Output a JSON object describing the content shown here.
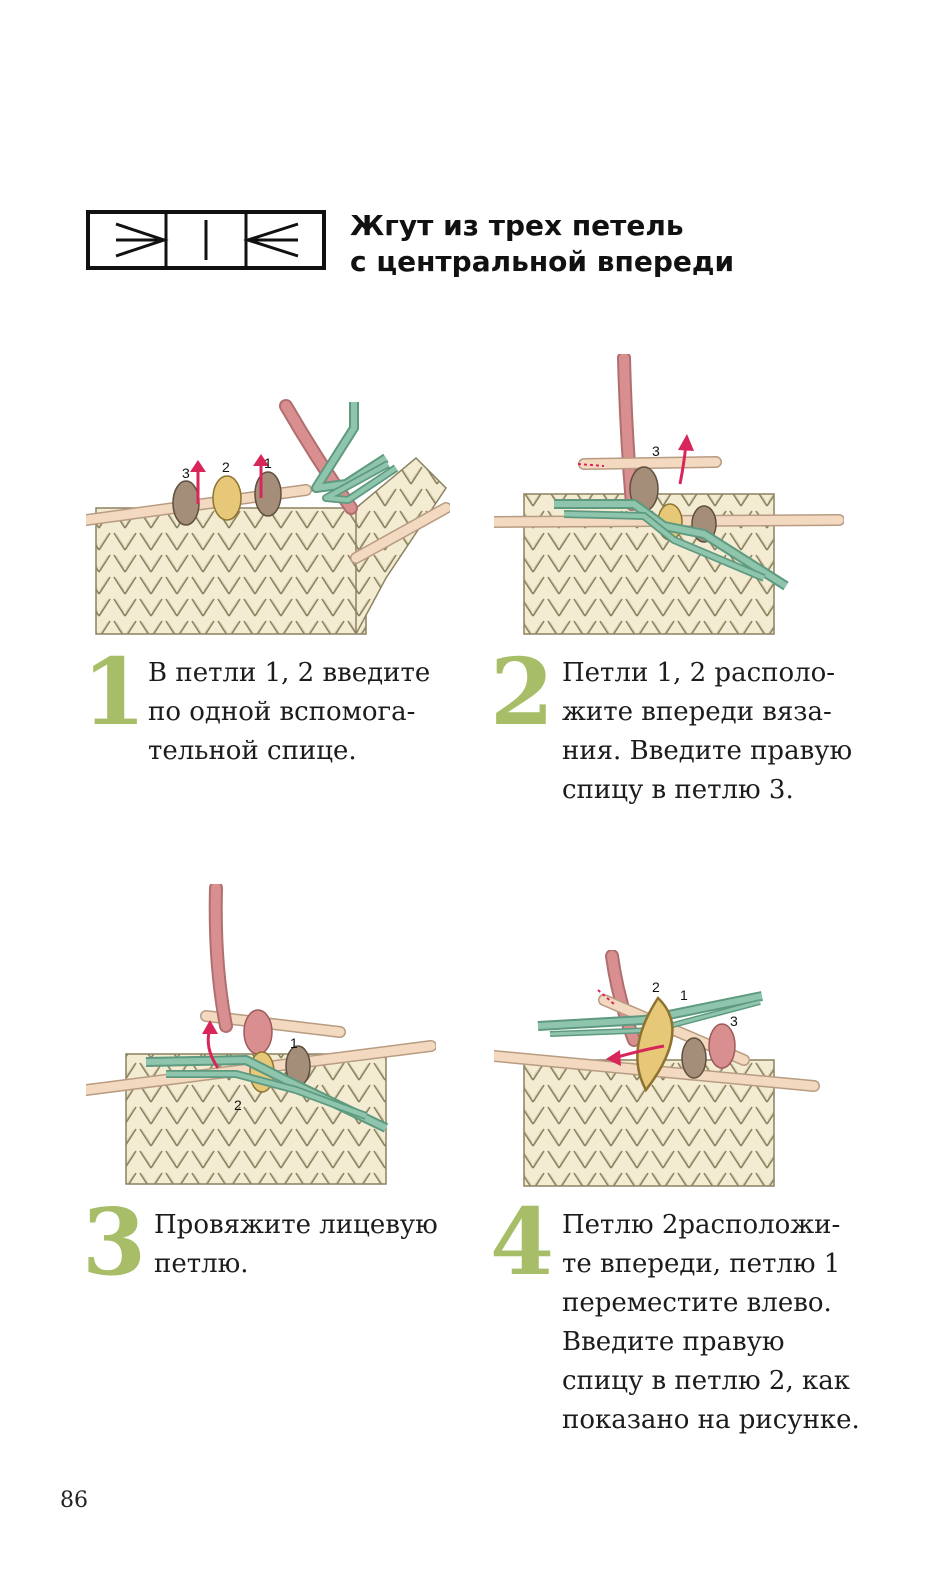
{
  "header": {
    "title_lines": [
      "Жгут из трех петель",
      "с центральной впереди"
    ]
  },
  "colors": {
    "step_number": "#a7bd67",
    "yarn_cream": "#f3ecd3",
    "yarn_outline": "#8a8260",
    "needle_wood": "#f2d9c0",
    "cable_needle_green": "#8fc4ad",
    "working_yarn_pink": "#d98f8f",
    "loop_tan": "#a48d79",
    "loop_gold": "#e6c878",
    "arrow_red": "#d8265a"
  },
  "steps": [
    {
      "number": "1",
      "lines": [
        "В петли 1, 2 введите",
        "по одной вспомога-",
        "тельной спице."
      ],
      "labels": [
        "3",
        "2",
        "1"
      ]
    },
    {
      "number": "2",
      "lines": [
        "Петли 1, 2 располо-",
        "жите впереди вяза-",
        "ния. Введите правую",
        "спицу в петлю 3."
      ],
      "labels": [
        "3"
      ]
    },
    {
      "number": "3",
      "lines": [
        "Провяжите лицевую",
        "петлю."
      ],
      "labels": [
        "1",
        "2"
      ]
    },
    {
      "number": "4",
      "lines": [
        "Петлю 2расположи-",
        "те впереди, петлю 1",
        "переместите влево.",
        "Введите правую",
        "спицу в петлю 2, как",
        "показано на рисунке."
      ],
      "labels": [
        "2",
        "1",
        "3"
      ]
    }
  ],
  "footer": {
    "page_number": "86"
  }
}
